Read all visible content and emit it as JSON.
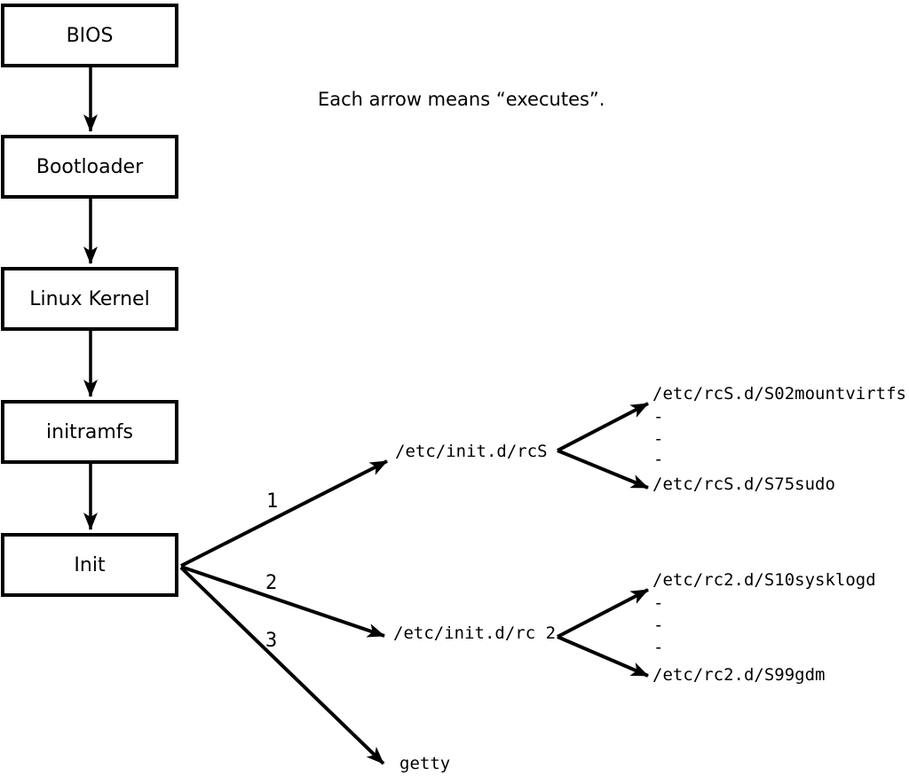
{
  "colors": {
    "ink": "#000000",
    "paper": "#ffffff"
  },
  "note": "Each arrow means “executes”.",
  "chain": [
    {
      "id": "bios",
      "label": "BIOS"
    },
    {
      "id": "bootloader",
      "label": "Bootloader"
    },
    {
      "id": "kernel",
      "label": "Linux Kernel"
    },
    {
      "id": "initramfs",
      "label": "initramfs"
    },
    {
      "id": "init",
      "label": "Init"
    }
  ],
  "fan": [
    {
      "label": "1",
      "target": "/etc/init.d/rcS"
    },
    {
      "label": "2",
      "target": "/etc/init.d/rc 2"
    },
    {
      "label": "3",
      "target": "getty"
    }
  ],
  "rcS_children": [
    "/etc/rcS.d/S02mountvirtfs",
    "-",
    "-",
    "-",
    "/etc/rcS.d/S75sudo"
  ],
  "rc2_children": [
    "/etc/rc2.d/S10sysklogd",
    "-",
    "-",
    "-",
    "/etc/rc2.d/S99gdm"
  ]
}
